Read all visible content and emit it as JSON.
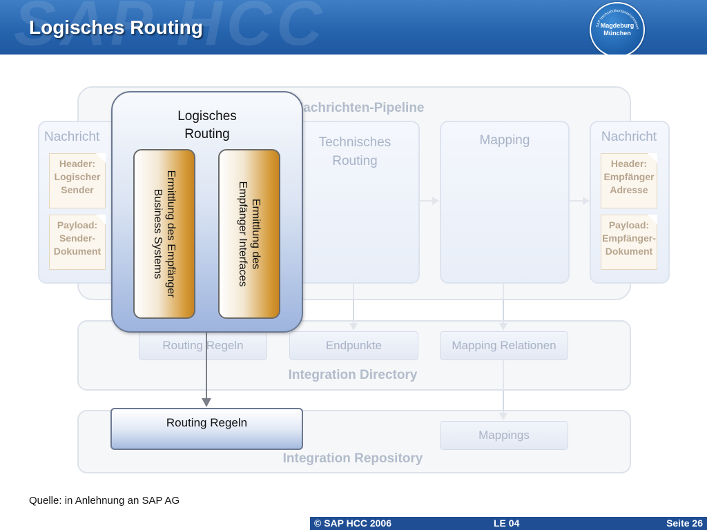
{
  "header": {
    "watermark": "SAP HCC",
    "title": "Logisches Routing",
    "logo": {
      "arc_text": "SAP Hochschulkompetenzzentrum",
      "line1": "Magdeburg",
      "line2": "München"
    }
  },
  "pipeline": {
    "title": "Nachrichten-Pipeline",
    "steps": [
      "Technisches Routing",
      "Mapping"
    ],
    "technical_routing_lines": [
      "Technisches",
      "Routing"
    ]
  },
  "source_message": {
    "label": "Nachricht",
    "header_lines": [
      "Header:",
      "Logischer",
      "Sender"
    ],
    "payload_lines": [
      "Payload:",
      "Sender-",
      "Dokument"
    ]
  },
  "target_message": {
    "label": "Nachricht",
    "header_lines": [
      "Header:",
      "Empfänger",
      "Adresse"
    ],
    "payload_lines": [
      "Payload:",
      "Empfänger-",
      "Dokument"
    ]
  },
  "logical_routing": {
    "title_lines": [
      "Logisches",
      "Routing"
    ],
    "sub_steps": [
      [
        "Ermittlung des Empfänger",
        "Business Systems"
      ],
      [
        "Ermittlung des",
        "Empfänger Interfaces"
      ]
    ]
  },
  "integration_directory": {
    "title": "Integration Directory",
    "items": [
      "Routing Regeln",
      "Endpunkte",
      "Mapping Relationen"
    ]
  },
  "integration_repository": {
    "title": "Integration Repository",
    "highlighted_item": "Routing Regeln",
    "items": [
      "Mappings"
    ]
  },
  "source": "Quelle: in Anlehnung an SAP AG",
  "footer": {
    "copyright": "© SAP HCC 2006",
    "unit": "LE 04",
    "page": "Seite 26"
  },
  "colors": {
    "header_blue": "#2563ad",
    "footer_blue": "#1f4e94",
    "accent_orange": "#d59a37",
    "faded_gray": "#a8b3c8"
  }
}
